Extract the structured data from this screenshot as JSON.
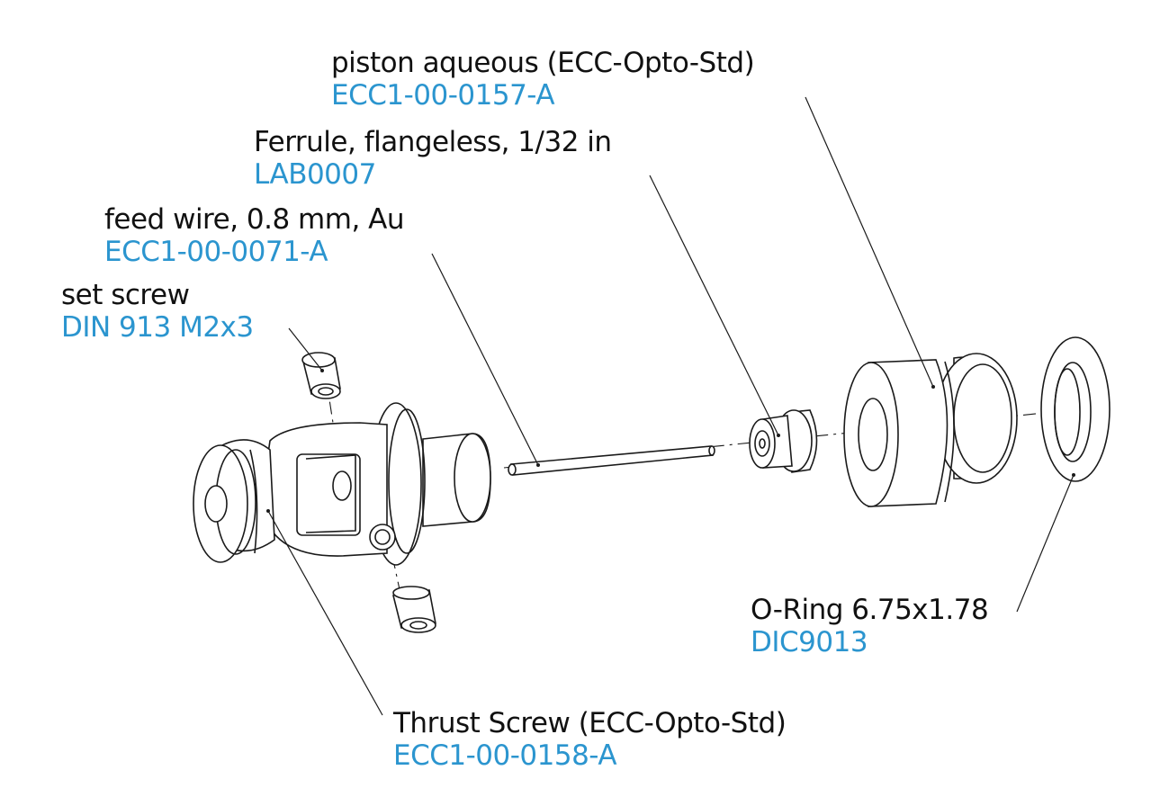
{
  "colors": {
    "name_text": "#111111",
    "part_number_text": "#2b95cf",
    "line": "#1a1a1a"
  },
  "callouts": {
    "piston": {
      "name": "piston aqueous (ECC-Opto-Std)",
      "part_number": "ECC1-00-0157-A"
    },
    "ferrule": {
      "name": "Ferrule, flangeless, 1/32 in",
      "part_number": "LAB0007"
    },
    "feed_wire": {
      "name": "feed wire, 0.8 mm, Au",
      "part_number": "ECC1-00-0071-A"
    },
    "set_screw": {
      "name": "set screw",
      "part_number": "DIN 913 M2x3"
    },
    "o_ring": {
      "name": "O-Ring 6.75x1.78",
      "part_number": "DIC9013"
    },
    "thrust_screw": {
      "name": "Thrust Screw (ECC-Opto-Std)",
      "part_number": "ECC1-00-0158-A"
    }
  }
}
